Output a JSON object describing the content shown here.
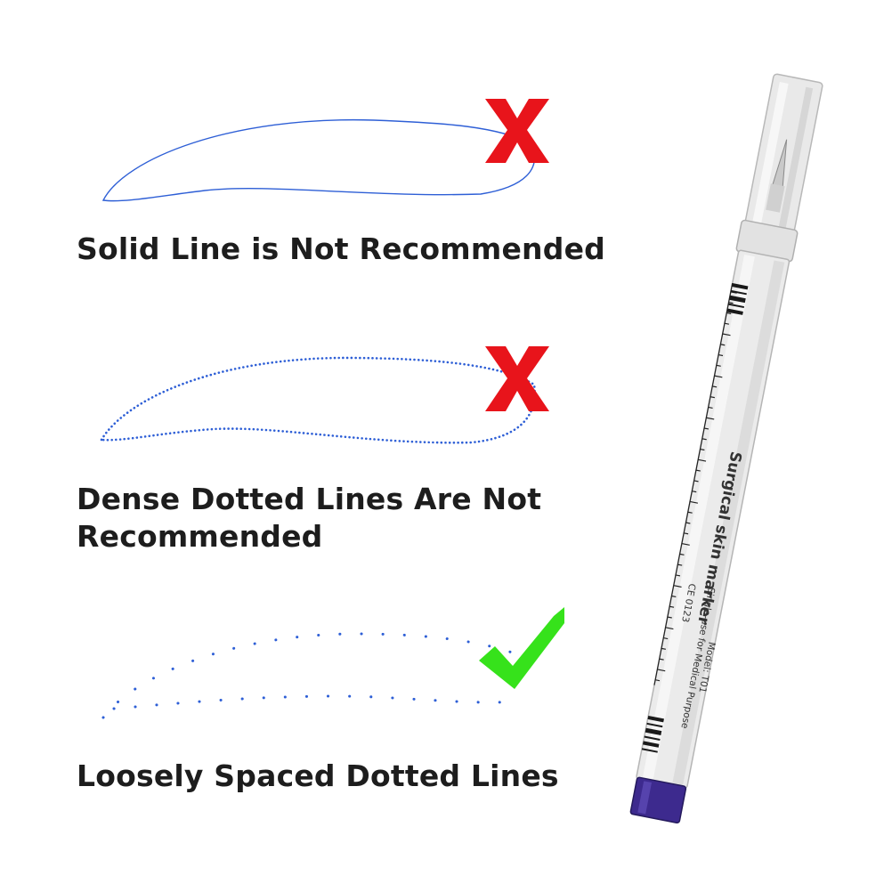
{
  "captions": {
    "solid": "Solid Line is Not Recommended",
    "dense": "Dense Dotted Lines Are Not Recommended",
    "loose": "Loosely Spaced Dotted Lines"
  },
  "pen": {
    "brand_text": "Surgical skin marker",
    "usage_text": "Single-use for Medical Purpose",
    "cert_text": "CE 0123",
    "model_text": "Model: T01"
  },
  "colors": {
    "stroke_blue": "#2e5fd6",
    "cross_red": "#e8141b",
    "check_green": "#36e21b",
    "pen_tip_purple": "#3d2a8e"
  },
  "icons": [
    "red-cross-icon",
    "red-cross-icon",
    "green-check-icon"
  ]
}
